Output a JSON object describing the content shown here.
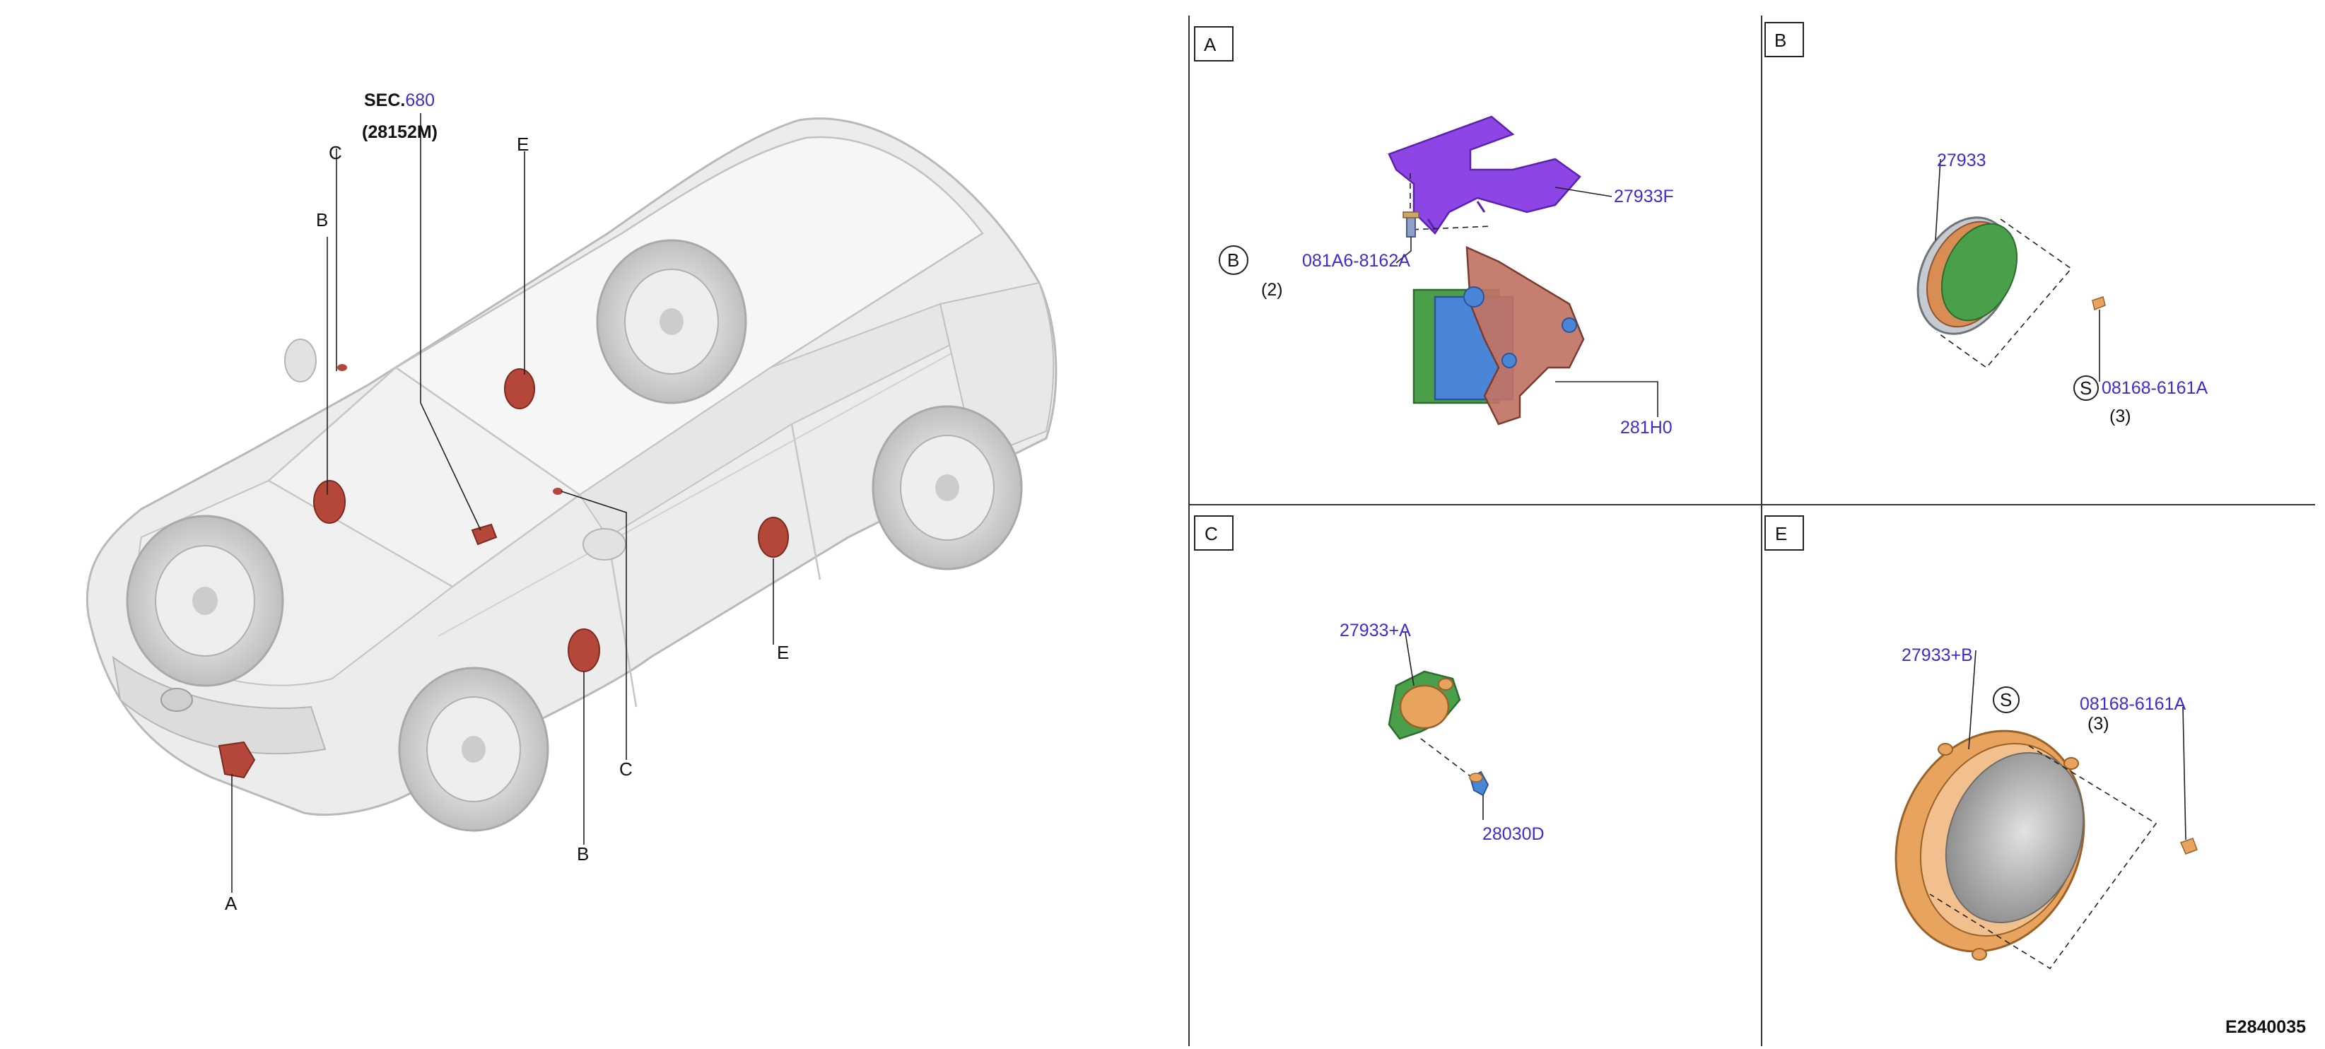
{
  "overview": {
    "sec_prefix": "SEC.",
    "sec_number": "680",
    "sec_part": "(28152M)",
    "callouts": {
      "a": "A",
      "b": "B",
      "c": "C",
      "e": "E"
    }
  },
  "panels": {
    "a": {
      "letter": "A",
      "parts": {
        "bracket": "27933F",
        "bolt": "081A6-8162A",
        "unit": "281H0"
      },
      "fastener_symbol": "B",
      "fastener_qty": "(2)"
    },
    "b": {
      "letter": "B",
      "parts": {
        "speaker": "27933",
        "screw": "08168-6161A"
      },
      "fastener_symbol": "S",
      "fastener_qty": "(3)"
    },
    "c": {
      "letter": "C",
      "parts": {
        "tweeter": "27933+A",
        "clip": "28030D"
      }
    },
    "e": {
      "letter": "E",
      "parts": {
        "speaker": "27933+B",
        "screw": "08168-6161A"
      },
      "fastener_symbol": "S",
      "fastener_qty": "(3)"
    }
  },
  "figure_id": "E2840035",
  "colors": {
    "link": "#3d2bd6",
    "speaker_red": "#b5473a",
    "bracket_purple": "#8e45e6",
    "unit_blue": "#4a86d8",
    "board_green": "#4aa04a",
    "speaker_orange": "#e8a35e"
  }
}
